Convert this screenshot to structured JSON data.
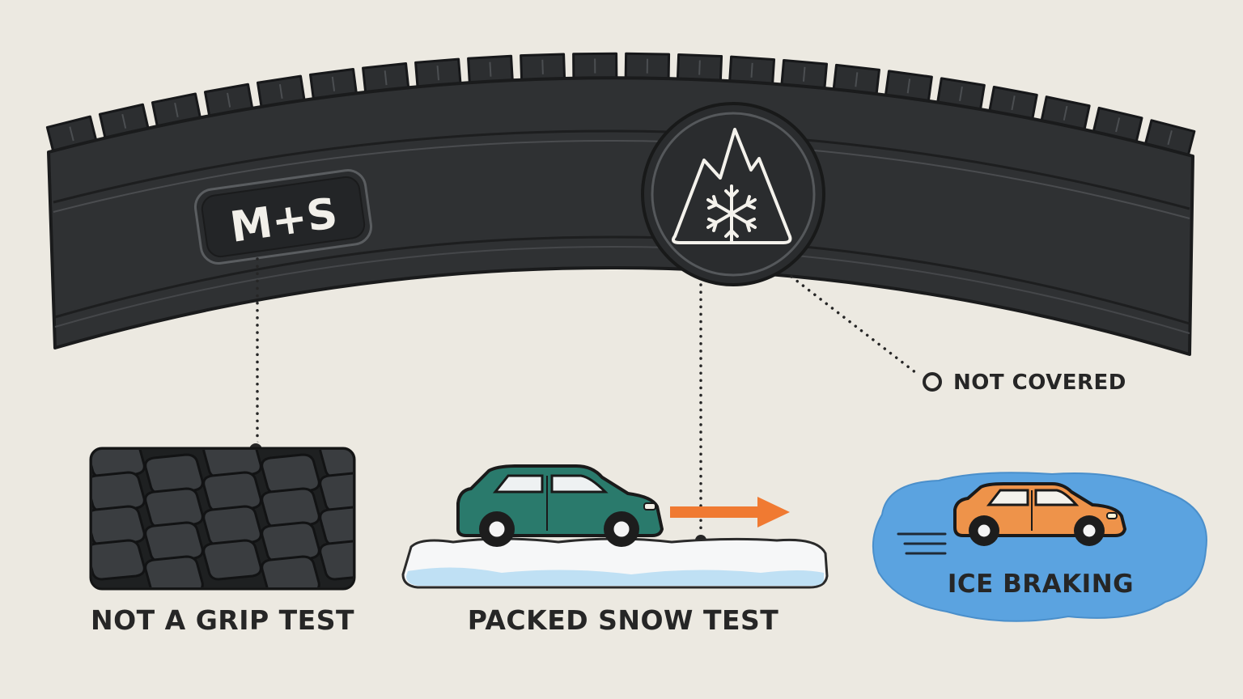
{
  "tire": {
    "ms_mark": "M+S"
  },
  "symbols": {
    "three_peak": "mountain-snowflake-icon"
  },
  "captions": {
    "ms_caption": "NOT A GRIP TEST",
    "snow_caption": "PACKED SNOW TEST",
    "ice_caption": "ICE BRAKING",
    "not_covered": "NOT COVERED"
  },
  "colors": {
    "background": "#ece9e1",
    "tire": "#2d2f31",
    "snow_car": "#2a7a6c",
    "ice_car": "#ee934a",
    "arrow": "#f07a32",
    "ice": "#5ba3e0"
  }
}
